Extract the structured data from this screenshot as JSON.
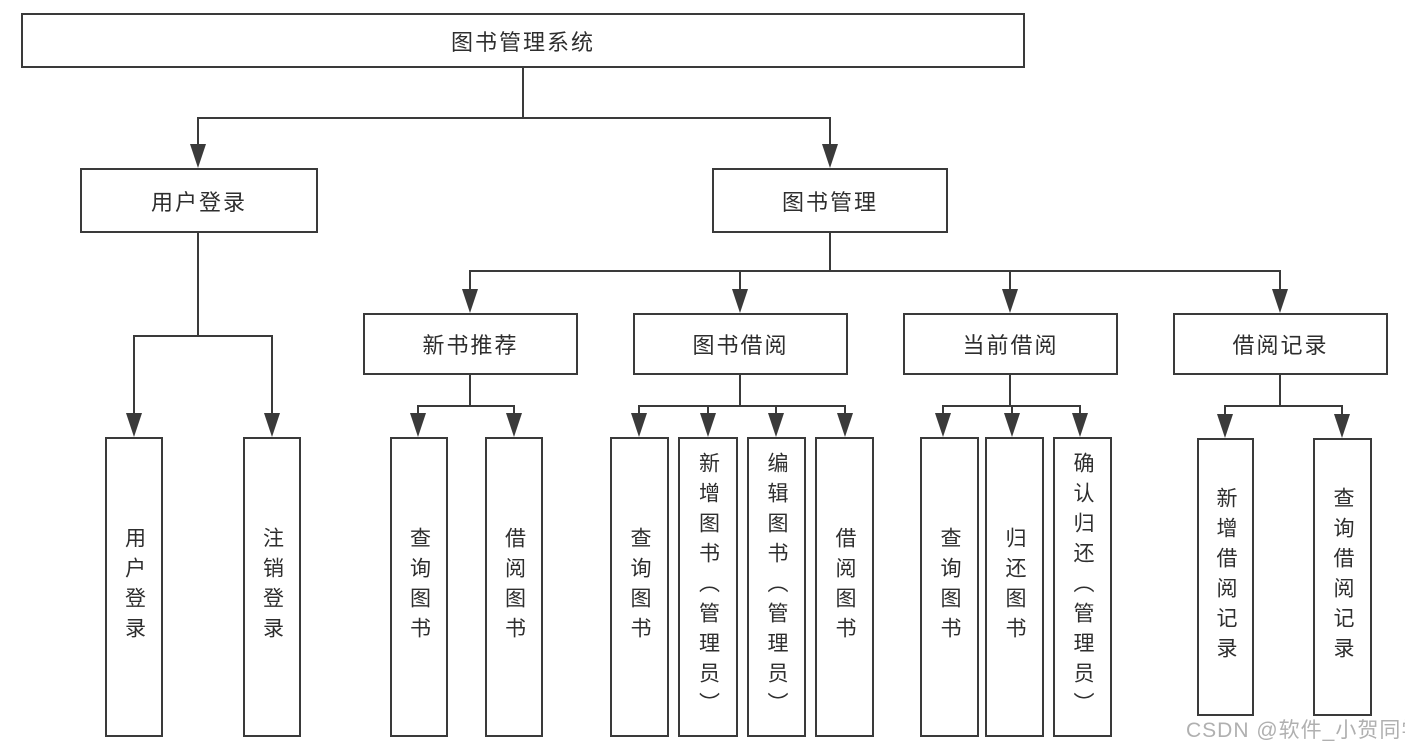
{
  "tree": {
    "label": "图书管理系统",
    "children": [
      {
        "label": "用户登录",
        "children": [
          {
            "label": "用户登录"
          },
          {
            "label": "注销登录"
          }
        ]
      },
      {
        "label": "图书管理",
        "children": [
          {
            "label": "新书推荐",
            "children": [
              {
                "label": "查询图书"
              },
              {
                "label": "借阅图书"
              }
            ]
          },
          {
            "label": "图书借阅",
            "children": [
              {
                "label": "查询图书"
              },
              {
                "label": "新增图书（管理员）"
              },
              {
                "label": "编辑图书（管理员）"
              },
              {
                "label": "借阅图书"
              }
            ]
          },
          {
            "label": "当前借阅",
            "children": [
              {
                "label": "查询图书"
              },
              {
                "label": "归还图书"
              },
              {
                "label": "确认归还（管理员）"
              }
            ]
          },
          {
            "label": "借阅记录",
            "children": [
              {
                "label": "新增借阅记录"
              },
              {
                "label": "查询借阅记录"
              }
            ]
          }
        ]
      }
    ]
  },
  "watermark": {
    "text": "CSDN @软件_小贺同学"
  },
  "colors": {
    "line": "#3a3a3a",
    "text": "#2e2e2e",
    "box_background": "#ffffff",
    "watermark": "#b0b0b0"
  }
}
